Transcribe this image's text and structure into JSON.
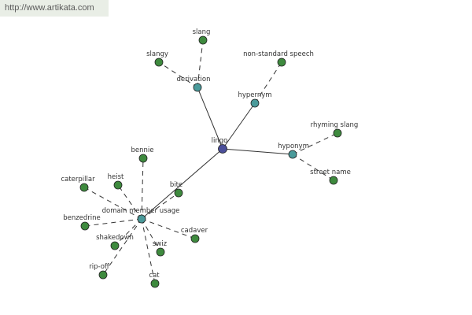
{
  "watermark": "http://www.artikata.com",
  "colors": {
    "center": "#4b4f9a",
    "relation": "#4a9a9a",
    "leaf": "#3e8a3e",
    "edge": "#333333",
    "watermark_bg": "#e9eee6"
  },
  "nodes": [
    {
      "id": "lingo",
      "label": "lingo",
      "kind": "center"
    },
    {
      "id": "derivation",
      "label": "derivation",
      "kind": "relation"
    },
    {
      "id": "hypernym",
      "label": "hypernym",
      "kind": "relation"
    },
    {
      "id": "hyponym",
      "label": "hyponym",
      "kind": "relation"
    },
    {
      "id": "domain",
      "label": "domain member usage",
      "kind": "relation"
    },
    {
      "id": "slang",
      "label": "slang",
      "kind": "leaf"
    },
    {
      "id": "slangy",
      "label": "slangy",
      "kind": "leaf"
    },
    {
      "id": "nonstd",
      "label": "non-standard speech",
      "kind": "leaf"
    },
    {
      "id": "rhyming",
      "label": "rhyming slang",
      "kind": "leaf"
    },
    {
      "id": "street",
      "label": "street name",
      "kind": "leaf"
    },
    {
      "id": "bennie",
      "label": "bennie",
      "kind": "leaf"
    },
    {
      "id": "heist",
      "label": "heist",
      "kind": "leaf"
    },
    {
      "id": "caterpillar",
      "label": "caterpillar",
      "kind": "leaf"
    },
    {
      "id": "bite",
      "label": "bite",
      "kind": "leaf"
    },
    {
      "id": "benzedrine",
      "label": "benzedrine",
      "kind": "leaf"
    },
    {
      "id": "shakedown",
      "label": "shakedown",
      "kind": "leaf"
    },
    {
      "id": "cadaver",
      "label": "cadaver",
      "kind": "leaf"
    },
    {
      "id": "swiz",
      "label": "swiz",
      "kind": "leaf"
    },
    {
      "id": "ripoff",
      "label": "rip-off",
      "kind": "leaf"
    },
    {
      "id": "cat",
      "label": "cat",
      "kind": "leaf"
    }
  ],
  "edges": [
    {
      "from": "lingo",
      "to": "derivation",
      "style": "solid"
    },
    {
      "from": "lingo",
      "to": "hypernym",
      "style": "solid"
    },
    {
      "from": "lingo",
      "to": "hyponym",
      "style": "solid"
    },
    {
      "from": "lingo",
      "to": "domain",
      "style": "solid"
    },
    {
      "from": "derivation",
      "to": "slang",
      "style": "dashed"
    },
    {
      "from": "derivation",
      "to": "slangy",
      "style": "dashed"
    },
    {
      "from": "hypernym",
      "to": "nonstd",
      "style": "dashed"
    },
    {
      "from": "hyponym",
      "to": "rhyming",
      "style": "dashed"
    },
    {
      "from": "hyponym",
      "to": "street",
      "style": "dashed"
    },
    {
      "from": "domain",
      "to": "bennie",
      "style": "dashed"
    },
    {
      "from": "domain",
      "to": "heist",
      "style": "dashed"
    },
    {
      "from": "domain",
      "to": "caterpillar",
      "style": "dashed"
    },
    {
      "from": "domain",
      "to": "bite",
      "style": "dashed"
    },
    {
      "from": "domain",
      "to": "benzedrine",
      "style": "dashed"
    },
    {
      "from": "domain",
      "to": "shakedown",
      "style": "dashed"
    },
    {
      "from": "domain",
      "to": "cadaver",
      "style": "dashed"
    },
    {
      "from": "domain",
      "to": "swiz",
      "style": "dashed"
    },
    {
      "from": "domain",
      "to": "ripoff",
      "style": "dashed"
    },
    {
      "from": "domain",
      "to": "cat",
      "style": "dashed"
    }
  ]
}
